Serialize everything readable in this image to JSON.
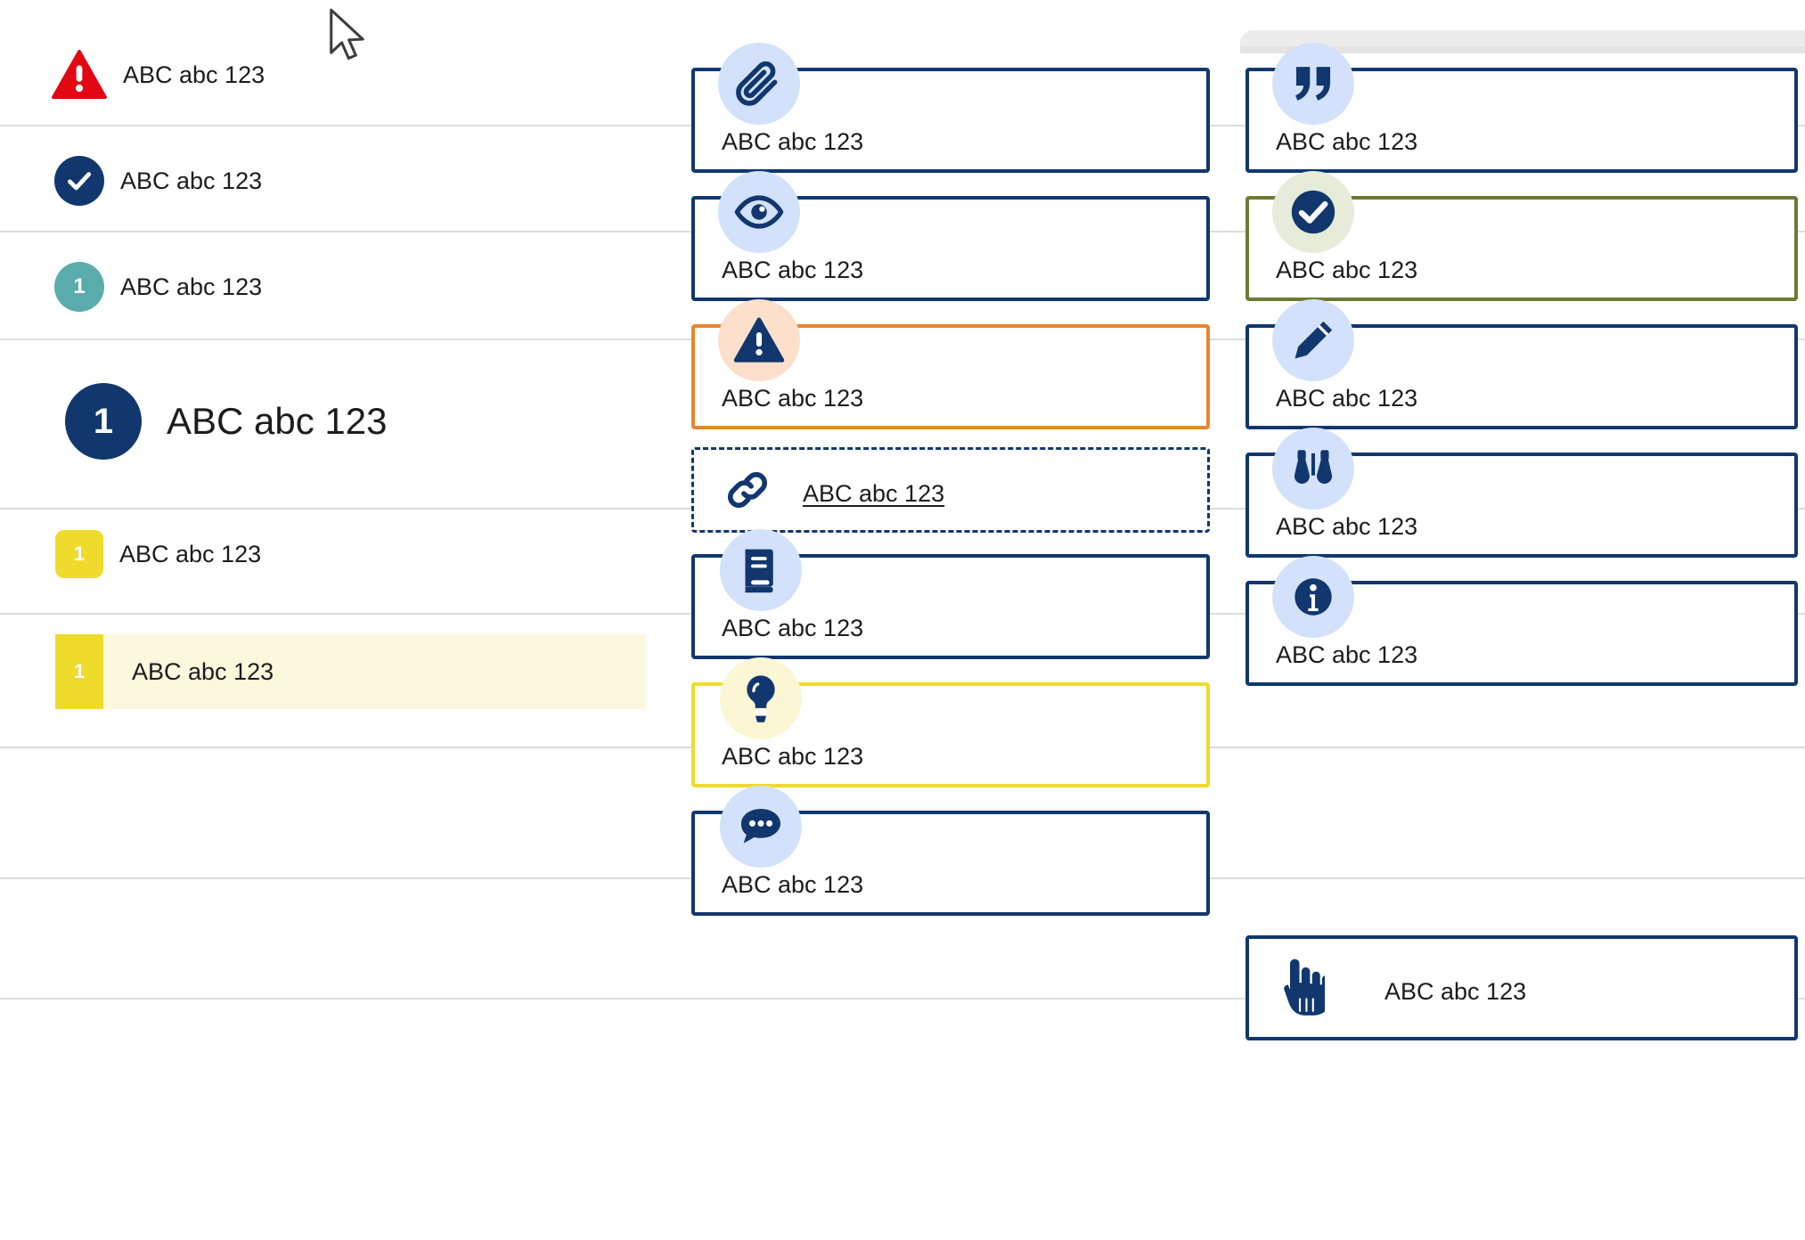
{
  "sample_text": "ABC abc 123",
  "colors": {
    "brand_navy": "#11376e",
    "alert_red": "#e30613",
    "teal": "#5aacac",
    "yellow": "#efdb2c",
    "yellow_soft_bg": "#fcf8dd",
    "orange": "#e8862c",
    "olive_green": "#6b7a33",
    "icon_blue_bg": "#d3e2fa",
    "icon_peach_bg": "#fce0cb",
    "icon_green_bg": "#e6ecd9",
    "icon_yellow_bg": "#fbf6d4",
    "divider": "#dcdcdc",
    "panel_gray": "#ececec"
  },
  "left_column": {
    "rows": [
      {
        "id": "alert-warning",
        "badge_type": "triangle",
        "badge_icon": "alert-triangle-icon",
        "badge_color": "#e30613",
        "label": "ABC abc 123"
      },
      {
        "id": "success-check",
        "badge_type": "circle",
        "badge_icon": "check-circle-icon",
        "badge_color": "#11376e",
        "label": "ABC abc 123"
      },
      {
        "id": "teal-step",
        "badge_type": "circle",
        "badge_number": "1",
        "badge_color": "#5aacac",
        "label": "ABC abc 123"
      },
      {
        "id": "primary-step",
        "badge_type": "circle-large",
        "badge_number": "1",
        "badge_color": "#11376e",
        "label": "ABC abc 123"
      },
      {
        "id": "yellow-step",
        "badge_type": "square",
        "badge_number": "1",
        "badge_color": "#efdb2c",
        "label": "ABC abc 123"
      },
      {
        "id": "yellow-step-highlighted",
        "badge_type": "flat",
        "badge_number": "1",
        "badge_color": "#efdb2c",
        "row_background": "#fcf8dd",
        "label": "ABC abc 123"
      }
    ]
  },
  "middle_column": {
    "cards": [
      {
        "id": "attachment",
        "icon": "paperclip-icon",
        "icon_bg": "#d3e2fa",
        "border_color": "#11376e",
        "border_style": "solid",
        "label": "ABC abc 123"
      },
      {
        "id": "visibility",
        "icon": "eye-icon",
        "icon_bg": "#d3e2fa",
        "border_color": "#11376e",
        "border_style": "solid",
        "label": "ABC abc 123"
      },
      {
        "id": "caution",
        "icon": "alert-triangle-icon",
        "icon_bg": "#fce0cb",
        "border_color": "#e8862c",
        "border_style": "solid",
        "label": "ABC abc 123"
      },
      {
        "id": "link",
        "icon": "chain-link-icon",
        "icon_bg": "none",
        "border_color": "#11376e",
        "border_style": "dashed",
        "label": "ABC abc 123",
        "label_underlined": true
      },
      {
        "id": "reference",
        "icon": "book-icon",
        "icon_bg": "#d3e2fa",
        "border_color": "#11376e",
        "border_style": "solid",
        "label": "ABC abc 123"
      },
      {
        "id": "tip",
        "icon": "lightbulb-icon",
        "icon_bg": "#fbf6d4",
        "border_color": "#efdb2c",
        "border_style": "solid",
        "label": "ABC abc 123"
      },
      {
        "id": "comment",
        "icon": "chat-bubble-icon",
        "icon_bg": "#d3e2fa",
        "border_color": "#11376e",
        "border_style": "solid",
        "label": "ABC abc 123"
      }
    ]
  },
  "right_column": {
    "cards": [
      {
        "id": "quote",
        "icon": "quotation-marks-icon",
        "icon_bg": "#d3e2fa",
        "border_color": "#11376e",
        "border_style": "solid",
        "label": "ABC abc 123"
      },
      {
        "id": "confirmed",
        "icon": "check-circle-icon",
        "icon_bg": "#e6ecd9",
        "border_color": "#6b7a33",
        "border_style": "solid",
        "label": "ABC abc 123"
      },
      {
        "id": "edit",
        "icon": "pencil-icon",
        "icon_bg": "#d3e2fa",
        "border_color": "#11376e",
        "border_style": "solid",
        "label": "ABC abc 123"
      },
      {
        "id": "observe",
        "icon": "binoculars-icon",
        "icon_bg": "#d3e2fa",
        "border_color": "#11376e",
        "border_style": "solid",
        "label": "ABC abc 123"
      },
      {
        "id": "information",
        "icon": "info-circle-icon",
        "icon_bg": "#d3e2fa",
        "border_color": "#11376e",
        "border_style": "solid",
        "label": "ABC abc 123"
      },
      {
        "id": "action",
        "icon": "pointing-hand-icon",
        "icon_bg": "none",
        "border_color": "#11376e",
        "border_style": "solid",
        "label": "ABC abc 123"
      }
    ]
  },
  "pointer": {
    "icon": "mouse-cursor-icon"
  }
}
